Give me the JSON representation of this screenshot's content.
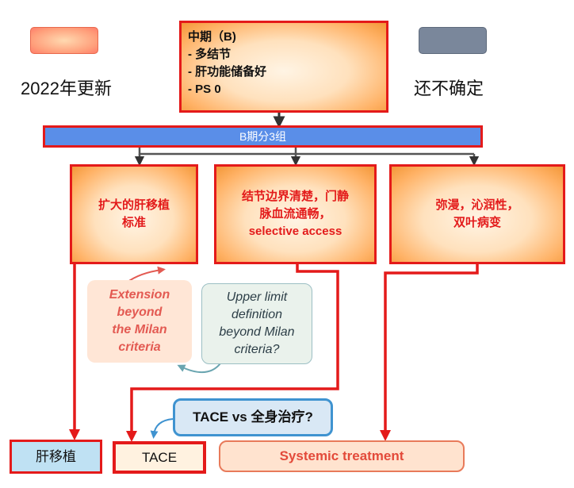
{
  "legend": {
    "new_2022": {
      "label": "2022年更新",
      "color": "#ff9e7a"
    },
    "undetermined": {
      "label": "还不确定",
      "color": "#7a879b"
    }
  },
  "stage_b": {
    "title": "中期（B)",
    "items": [
      "- 多结节",
      "- 肝功能储备好",
      "- PS 0"
    ]
  },
  "subgroup_bar": {
    "label": "B期分3组"
  },
  "groups": [
    {
      "lines": [
        "扩大的肝移植",
        "标准"
      ]
    },
    {
      "lines": [
        "结节边界清楚，门静",
        "脉血流通畅，",
        "selective access"
      ]
    },
    {
      "lines": [
        "弥漫，沁润性，",
        "双叶病变"
      ]
    }
  ],
  "notes": {
    "milan_extension": [
      "Extension",
      "beyond",
      "the Milan",
      "criteria"
    ],
    "upper_limit": [
      "Upper limit",
      "definition",
      "beyond Milan",
      "criteria?"
    ]
  },
  "question": {
    "label": "TACE vs 全身治疗?"
  },
  "outcomes": {
    "liver_transplant": "肝移植",
    "tace": "TACE",
    "systemic": "Systemic treatment"
  },
  "colors": {
    "accent_red": "#e41a1a",
    "bar_blue": "#5a8ee8",
    "question_blue": "#3f93d0"
  }
}
